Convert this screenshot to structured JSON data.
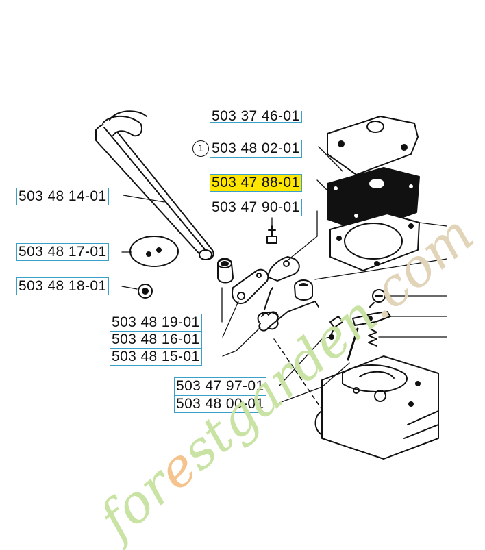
{
  "callout": {
    "num": "1"
  },
  "parts": {
    "top_cut": "503 37 46-01",
    "p1": "503 48 02-01",
    "p2": "503 47 88-01",
    "p3": "503 47 90-01",
    "p4": "503 48 14-01",
    "p5": "503 48 17-01",
    "p6": "503 48 18-01",
    "p7": "503 48 19-01",
    "p8": "503 48 16-01",
    "p9": "503 48 15-01",
    "p10": "503 47 97-01",
    "p11": "503 48 00-01"
  },
  "watermark": {
    "text": "forestgarden.com",
    "colors": {
      "green": "#c9e3a4",
      "tan": "#e2d4b8",
      "orange": "#f5c48e"
    }
  },
  "highlight_color": "#ffe600",
  "box_color": "#3aa0c8"
}
